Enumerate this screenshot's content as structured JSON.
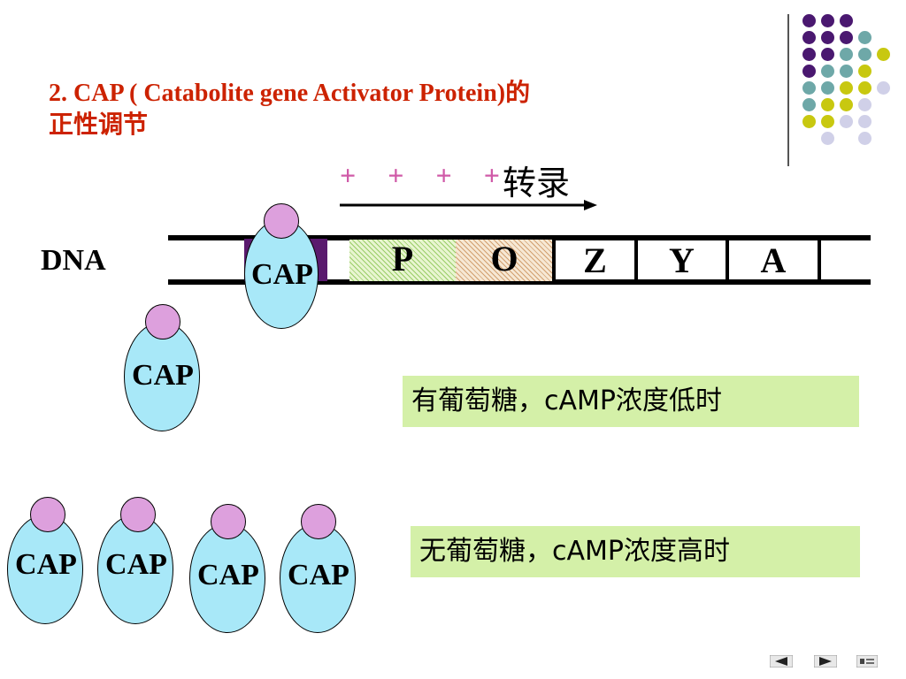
{
  "title": {
    "line1": "2. CAP ( Catabolite gene Activator Protein)的",
    "line2": "正性调节"
  },
  "decoration": {
    "dot_colors": {
      "purple": "#4a1870",
      "teal": "#6ea8a8",
      "yellow": "#c8c810",
      "lavender": "#d0d0e8"
    }
  },
  "transcription": {
    "plus_signs": "+ + + +",
    "label": "转录"
  },
  "dna": {
    "label": "DNA",
    "genes": [
      "P",
      "O",
      "Z",
      "Y",
      "A"
    ]
  },
  "cap": {
    "label": "CAP",
    "colors": {
      "body": "#a8e8f8",
      "head": "#dda0dd"
    }
  },
  "notes": {
    "low": "有葡萄糖，cAMP浓度低时",
    "high": "无葡萄糖，cAMP浓度高时",
    "bg": "#d4f0a8"
  },
  "nav": {
    "prev_icon": "prev-arrow-icon",
    "next_icon": "next-arrow-icon",
    "menu_icon": "menu-icon"
  }
}
